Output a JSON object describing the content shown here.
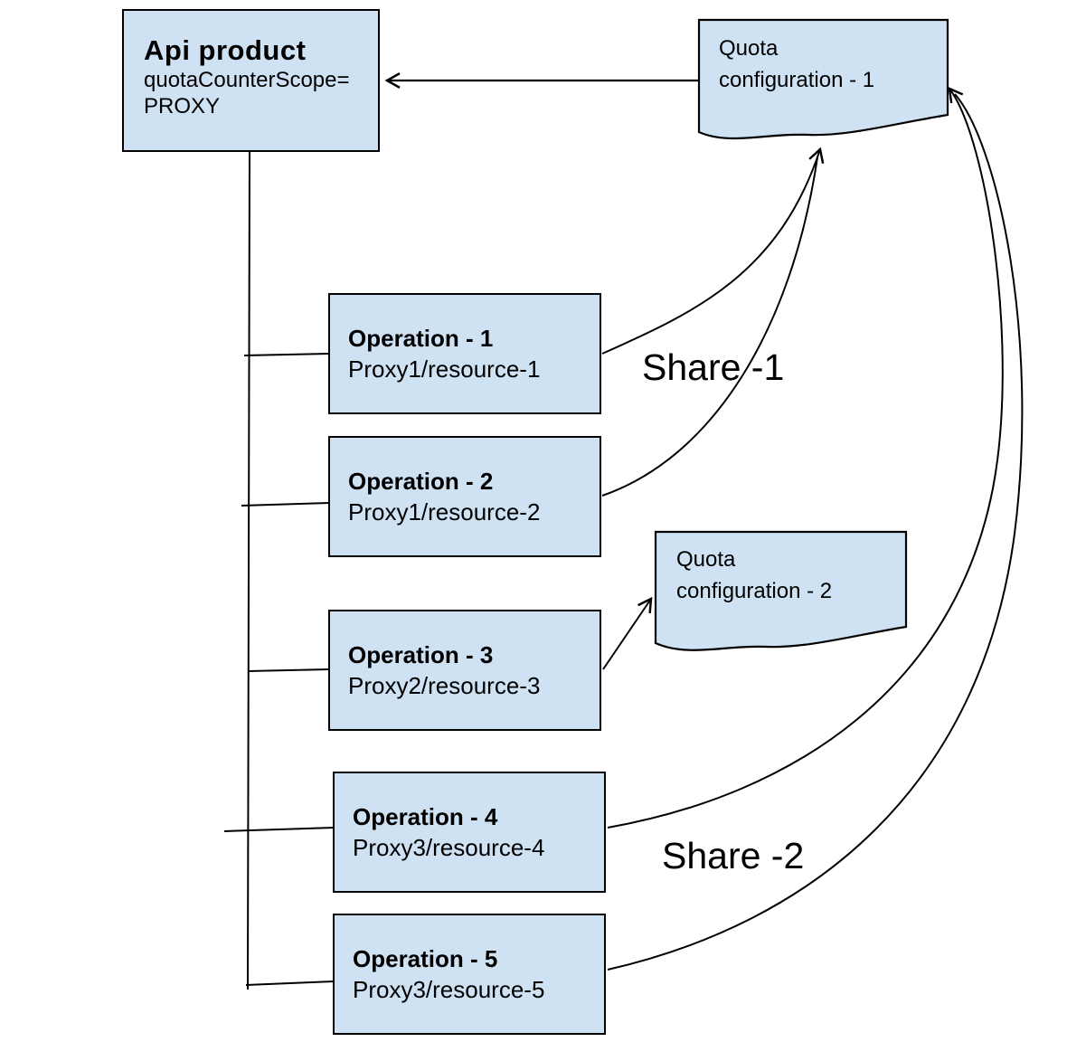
{
  "diagram": {
    "colors": {
      "node_fill": "#cfe2f3",
      "node_stroke": "#000000",
      "connector": "#000000",
      "text": "#000000",
      "background": "#ffffff"
    },
    "api_product": {
      "title": "Api product",
      "scope_line1": "quotaCounterScope=",
      "scope_line2": "PROXY"
    },
    "quota_configs": [
      {
        "line1": "Quota",
        "line2": "configuration - 1"
      },
      {
        "line1": "Quota",
        "line2": "configuration - 2"
      }
    ],
    "operations": [
      {
        "title": "Operation - 1",
        "subtitle": "Proxy1/resource-1"
      },
      {
        "title": "Operation - 2",
        "subtitle": "Proxy1/resource-2"
      },
      {
        "title": "Operation - 3",
        "subtitle": "Proxy2/resource-3"
      },
      {
        "title": "Operation - 4",
        "subtitle": "Proxy3/resource-4"
      },
      {
        "title": "Operation - 5",
        "subtitle": "Proxy3/resource-5"
      }
    ],
    "share_labels": {
      "share_1": "Share -1",
      "share_2": "Share -2"
    },
    "edges": [
      {
        "from": "quota-configuration-1",
        "to": "api-product"
      },
      {
        "from": "api-product",
        "to": "operation-1"
      },
      {
        "from": "api-product",
        "to": "operation-2"
      },
      {
        "from": "api-product",
        "to": "operation-3"
      },
      {
        "from": "api-product",
        "to": "operation-4"
      },
      {
        "from": "api-product",
        "to": "operation-5"
      },
      {
        "from": "operation-1",
        "to": "quota-configuration-1",
        "group": "Share -1"
      },
      {
        "from": "operation-2",
        "to": "quota-configuration-1",
        "group": "Share -1"
      },
      {
        "from": "operation-3",
        "to": "quota-configuration-2"
      },
      {
        "from": "operation-4",
        "to": "quota-configuration-1",
        "group": "Share -2"
      },
      {
        "from": "operation-5",
        "to": "quota-configuration-1",
        "group": "Share -2"
      }
    ]
  }
}
